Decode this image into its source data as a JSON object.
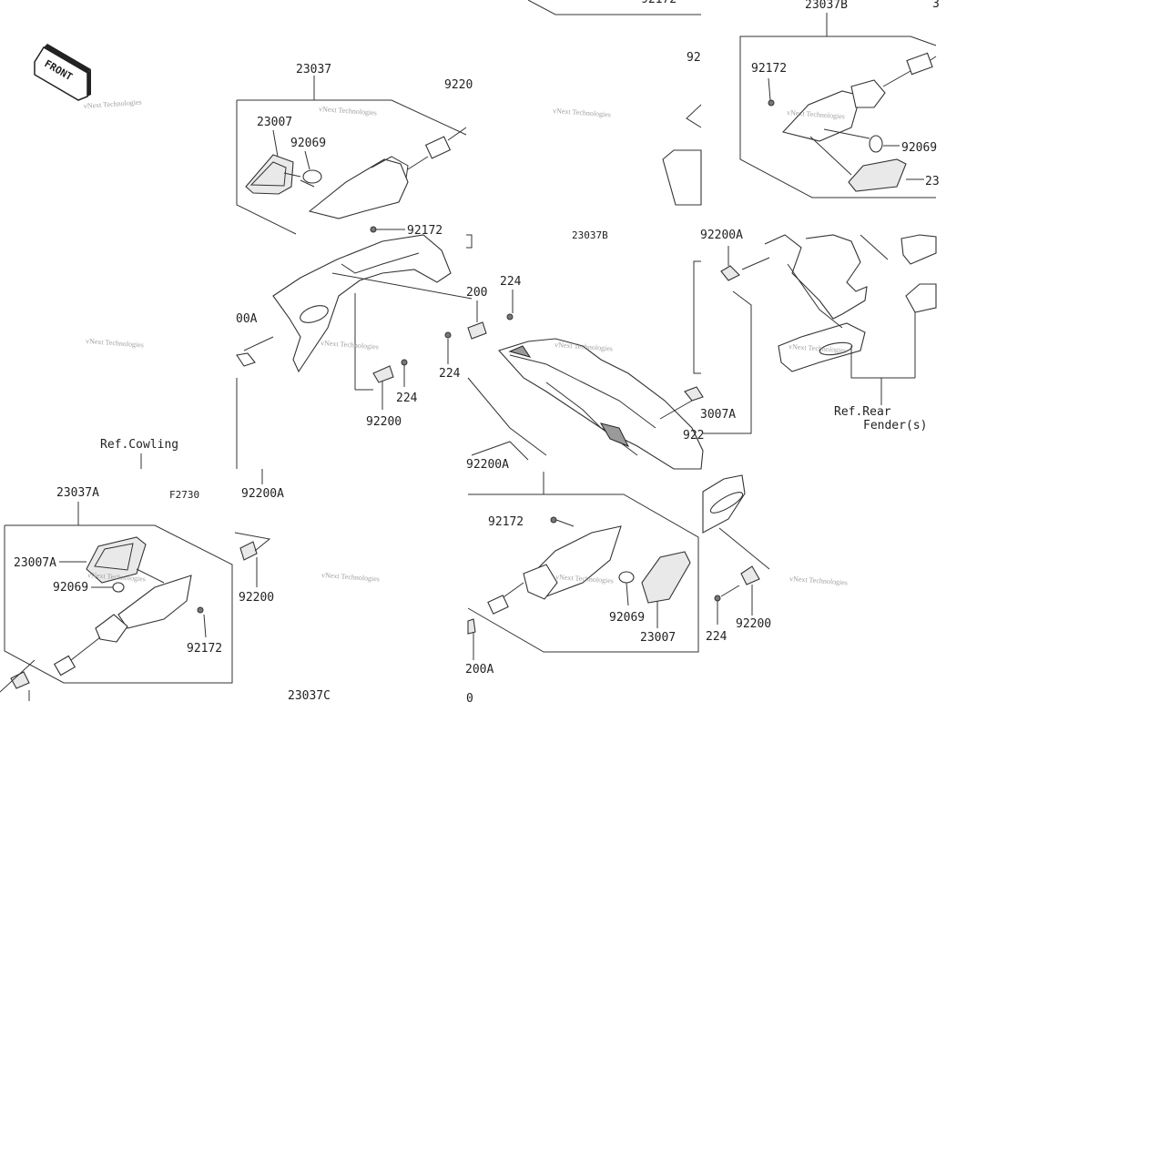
{
  "watermark_text": "vNext Technologies",
  "front_badge": "FRONT",
  "labels": {
    "top_cut": "92172",
    "tl_23037": "23037",
    "tl_92200_top": "9220",
    "tl_23007": "23007",
    "tl_92069": "92069",
    "tl_92172": "92172",
    "mid_224_a": "224",
    "mid_92200_a": "200",
    "mid_224_b": "224",
    "mid_224_c": "224",
    "mid_92200_b": "92200",
    "mid_92200a_left": "00A",
    "ref_cowling": "Ref.Cowling",
    "f2730": "F2730",
    "mid_92200a": "92200A",
    "bl_23037a": "23037A",
    "bl_23007a": "23007A",
    "bl_92069": "92069",
    "bl_92172": "92172",
    "bl_92200": "92200",
    "bl_23037c": "23037C",
    "tr_23037b": "23037B",
    "tr_92172": "92172",
    "tr_92069": "92069",
    "tr_23_cut": "23",
    "tr_92_cut": "92",
    "tr_3_cut": "3",
    "mr_92200a": "92200A",
    "mr_23037b_cut": "23037B",
    "mr_23007a_cut": "3007A",
    "mr_922_cut": "922",
    "mr_92200a_bottom": "92200A",
    "ref_rear": "Ref.Rear",
    "fender": "Fender(s)",
    "br_92172": "92172",
    "br_92069": "92069",
    "br_23007": "23007",
    "br_200a": "200A",
    "br_0": "0",
    "rr_224": "224",
    "rr_92200": "92200"
  }
}
